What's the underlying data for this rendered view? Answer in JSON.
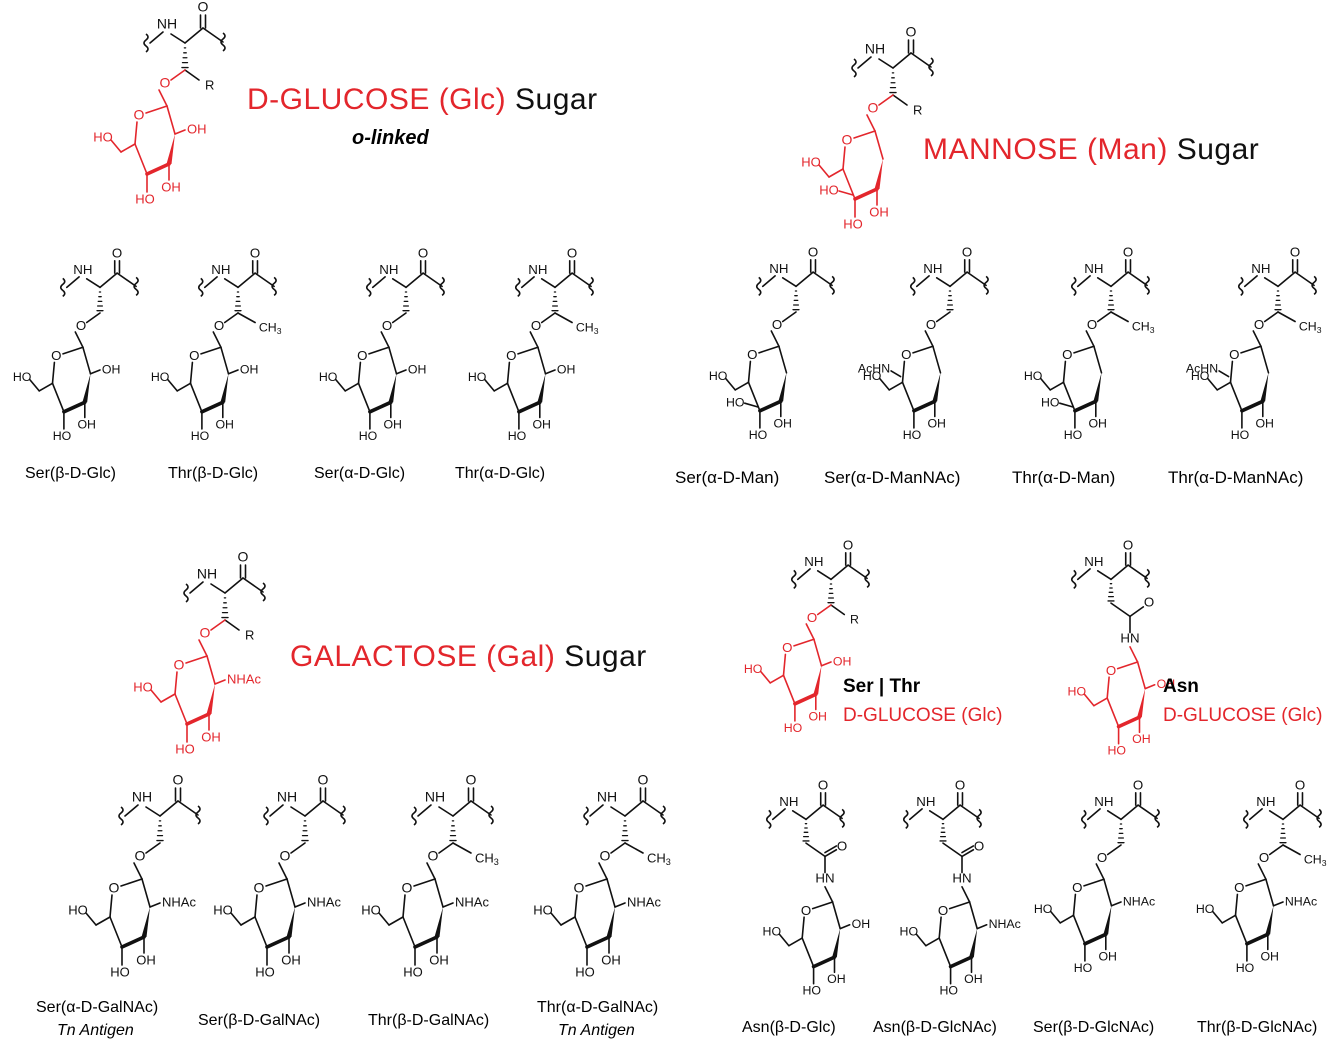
{
  "colors": {
    "accent_red": "#e3262c",
    "text_black": "#111111"
  },
  "sections": {
    "glucose": {
      "title_red": "D-GLUCOSE (Glc)",
      "title_black": "Sugar",
      "subtitle": "o-linked"
    },
    "mannose": {
      "title_red": "MANNOSE (Man)",
      "title_black": "Sugar"
    },
    "galactose": {
      "title_red": "GALACTOSE (Gal)",
      "title_black": "Sugar"
    },
    "ser_thr": {
      "label": "Ser | Thr",
      "sublabel": "D-GLUCOSE (Glc)"
    },
    "asn": {
      "label": "Asn",
      "sublabel": "D-GLUCOSE (Glc)"
    }
  },
  "atoms": {
    "nh": "NH",
    "o": "O",
    "oh": "OH",
    "ho": "HO",
    "r": "R",
    "ch3": "CH3",
    "nhac": "NHAc",
    "achn": "AcHN",
    "hn": "HN"
  },
  "captions": {
    "glc": [
      "Ser(β-D-Glc)",
      "Thr(β-D-Glc)",
      "Ser(α-D-Glc)",
      "Thr(α-D-Glc)"
    ],
    "man": [
      "Ser(α-D-Man)",
      "Ser(α-D-ManNAc)",
      "Thr(α-D-Man)",
      "Thr(α-D-ManNAc)"
    ],
    "gal": [
      "Ser(α-D-GalNAc)",
      "Ser(β-D-GalNAc)",
      "Thr(β-D-GalNAc)",
      "Thr(α-D-GalNAc)"
    ],
    "gal_notes": [
      "Tn Antigen",
      "Tn Antigen"
    ],
    "glcnac": [
      "Asn(β-D-Glc)",
      "Asn(β-D-GlcNAc)",
      "Ser(β-D-GlcNAc)",
      "Thr(β-D-GlcNAc)"
    ]
  }
}
